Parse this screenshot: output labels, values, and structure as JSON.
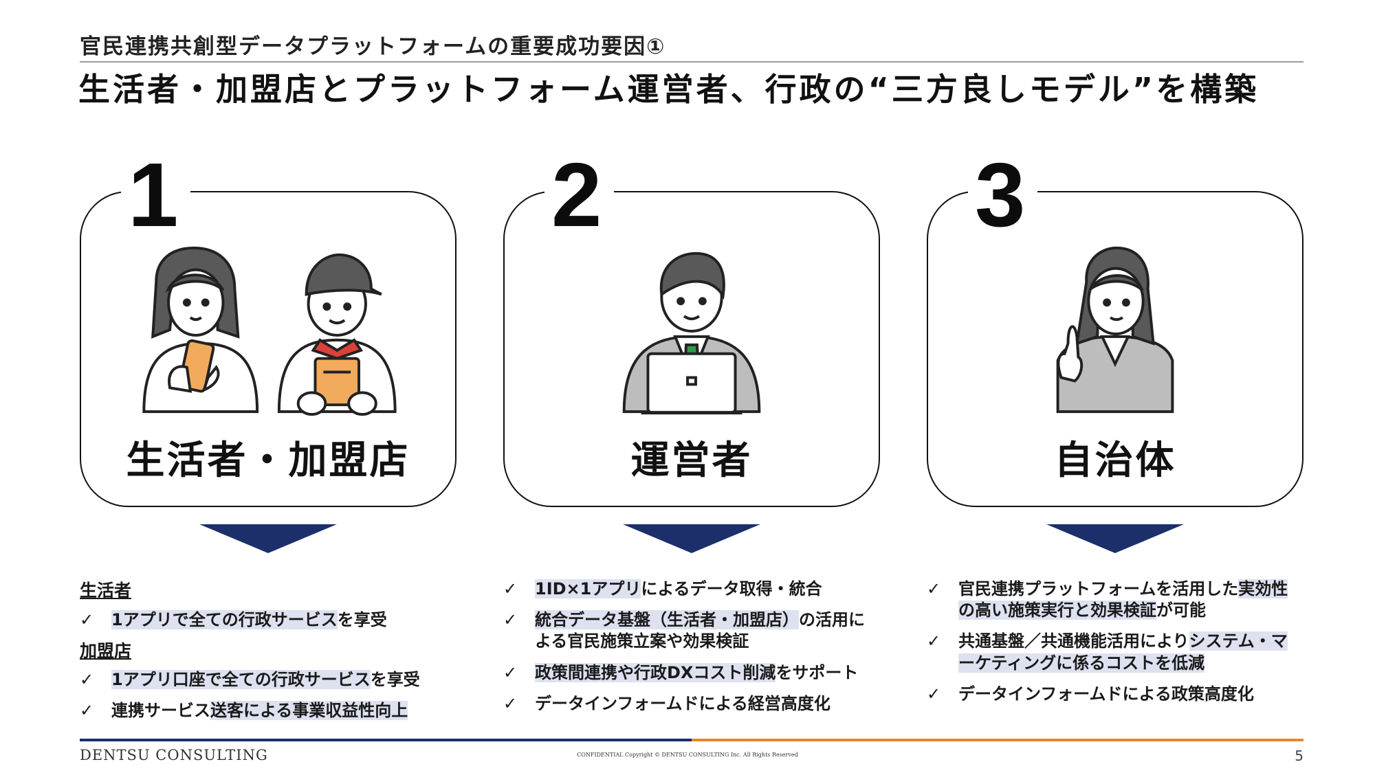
{
  "header": {
    "subtitle": "官民連携共創型データプラットフォームの重要成功要因①",
    "title": "生活者・加盟店とプラットフォーム運営者、行政の“三方良しモデル”を構築"
  },
  "cards": [
    {
      "number": "1",
      "label": "生活者・加盟店"
    },
    {
      "number": "2",
      "label": "運営者"
    },
    {
      "number": "3",
      "label": "自治体"
    }
  ],
  "columns": {
    "col1": {
      "cat1": "生活者",
      "cat1_items": [
        {
          "hl": "1アプリで全ての行政サービス",
          "rest": "を享受"
        }
      ],
      "cat2": "加盟店",
      "cat2_items": [
        {
          "hl": "1アプリ口座で全ての行政サービス",
          "rest": "を享受"
        },
        {
          "pre": "連携サービス",
          "hl": "送客による事業収益性向上"
        }
      ]
    },
    "col2": [
      {
        "hl": "1ID×1アプリ",
        "rest": "によるデータ取得・統合"
      },
      {
        "hl": "統合データ基盤（生活者・加盟店）",
        "rest": "の活用による官民施策立案や効果検証"
      },
      {
        "hl": "政策間連携や行政DXコスト削減",
        "rest": "をサポート"
      },
      {
        "rest": "データインフォームドによる経営高度化"
      }
    ],
    "col3": [
      {
        "pre": "官民連携プラットフォームを活用した",
        "hl": "実効性の高い施策実行と効果検証",
        "rest": "が可能"
      },
      {
        "pre": "共通基盤／共通機能活用により",
        "hl": "システム・マーケティングに係るコストを低減"
      },
      {
        "rest": "データインフォームドによる政策高度化"
      }
    ]
  },
  "check_mark": "✓",
  "footer": {
    "logo": "DENTSU CONSULTING",
    "copyright": "CONFIDENTIAL Copyright © DENTSU CONSULTING Inc. All Rights Reserved",
    "page": "5"
  },
  "colors": {
    "navy": "#1c2f6b",
    "orange": "#e08a2e",
    "highlight": "#dde1f0",
    "phone": "#f2aa5c",
    "grey_suit": "#bdbdbd",
    "tie": "#2f9a46",
    "collar": "#d9413a"
  }
}
